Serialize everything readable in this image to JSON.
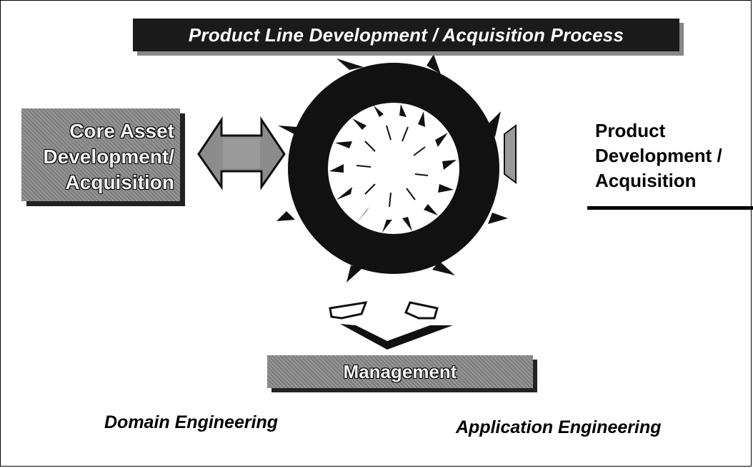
{
  "title": "Product Line Development / Acquisition Process",
  "core_asset": {
    "lines": [
      "Core Asset",
      "Development/",
      "Acquisition"
    ]
  },
  "product": {
    "lines": [
      "Product",
      "Development /",
      "Acquisition"
    ]
  },
  "management": "Management",
  "footer": {
    "domain": "Domain Engineering",
    "application": "Application Engineering"
  },
  "colors": {
    "ring": "#111111",
    "box_fill": "#8a8a8a",
    "title_bg": "#1a1a1a"
  }
}
